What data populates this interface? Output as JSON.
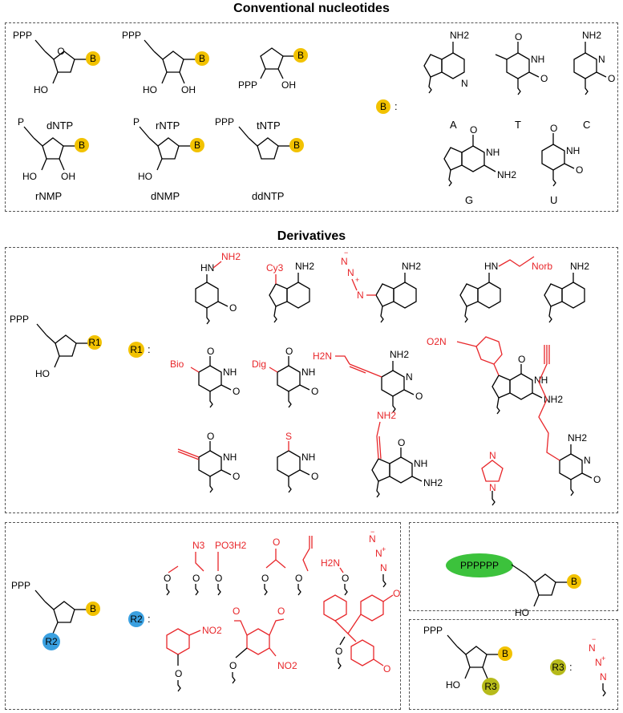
{
  "sections": {
    "conventional_title": "Conventional nucleotides",
    "derivatives_title": "Derivatives"
  },
  "colors": {
    "base_marker": "#f2c200",
    "r2_marker": "#3aa0e0",
    "r3_marker": "#b6ba1a",
    "polyphosphate_marker": "#3cc23c",
    "modification": "#e8262a"
  },
  "conventional": {
    "nucleotides": [
      "dNTP",
      "rNTP",
      "tNTP",
      "rNMP",
      "dNMP",
      "ddNTP"
    ],
    "phosphate_labels": {
      "ppp": "PPP",
      "p": "P"
    },
    "oh": "HO",
    "oh2": "OH",
    "base_symbol": "B",
    "bases": [
      "A",
      "T",
      "C",
      "G",
      "U"
    ],
    "colon": ":"
  },
  "derivatives": {
    "r1_symbol": "R1",
    "r2_symbol": "R2",
    "r3_symbol": "R3",
    "r1_mods": [
      "NH2",
      "Cy3",
      "Norb",
      "Bio",
      "Dig",
      "S"
    ],
    "nitro": "O2N",
    "r2_mods": [
      "N3",
      "PO3H2",
      "H2N",
      "NO2"
    ],
    "poly_phosphate": "PPPPPP",
    "azide_plus": "+",
    "azide_minus": "−"
  }
}
